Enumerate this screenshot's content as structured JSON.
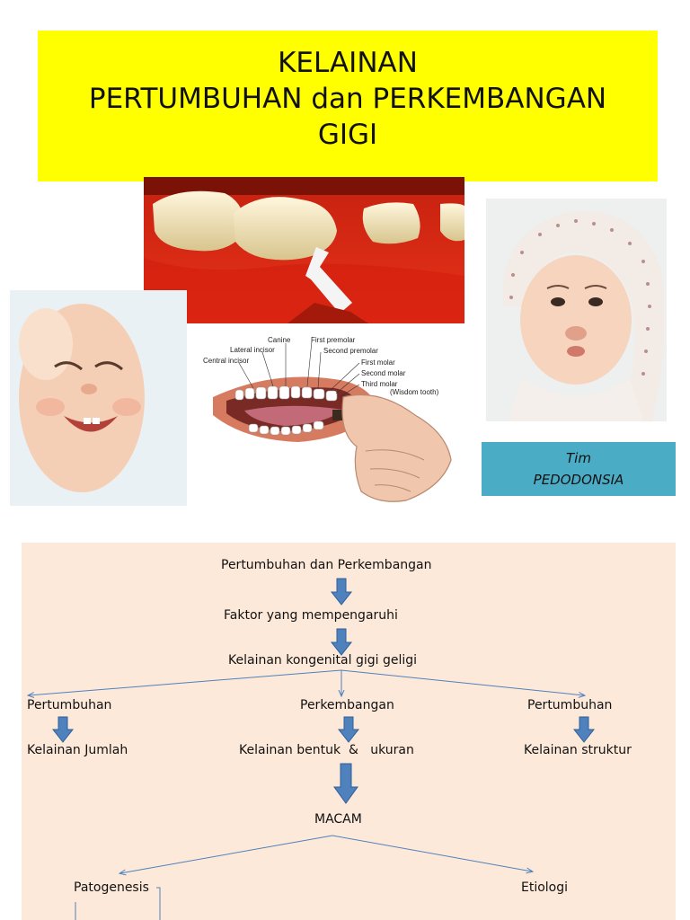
{
  "title": {
    "line1": "KELAINAN",
    "line2": "PERTUMBUHAN dan PERKEMBANGAN",
    "line3": "GIGI"
  },
  "team": {
    "line1": "Tim",
    "line2": "PEDODONSIA"
  },
  "teeth_diagram": {
    "labels": {
      "canine": "Canine",
      "first_premolar": "First premolar",
      "lateral_incisor": "Lateral incisor",
      "second_premolar": "Second premolar",
      "central_incisor": "Central incisor",
      "first_molar": "First molar",
      "second_molar": "Second molar",
      "third_molar": "Third molar",
      "wisdom_tooth": "(Wisdom tooth)"
    }
  },
  "flowchart": {
    "root": "Pertumbuhan dan Perkembangan",
    "factor": "Faktor yang mempengaruhi",
    "congenital": "Kelainan kongenital gigi geligi",
    "left_branch": "Pertumbuhan",
    "middle_branch": "Perkembangan",
    "right_branch": "Pertumbuhan",
    "left_result": "Kelainan Jumlah",
    "middle_result": "Kelainan bentuk  &   ukuran",
    "right_result": "Kelainan struktur",
    "types": "MACAM",
    "pathogenesis": "Patogenesis",
    "etiology": "Etiologi"
  },
  "colors": {
    "title_bg": "#ffff00",
    "team_bg": "#4bacc6",
    "flow_bg": "#fde9d9",
    "arrow": "#4f81bd"
  }
}
